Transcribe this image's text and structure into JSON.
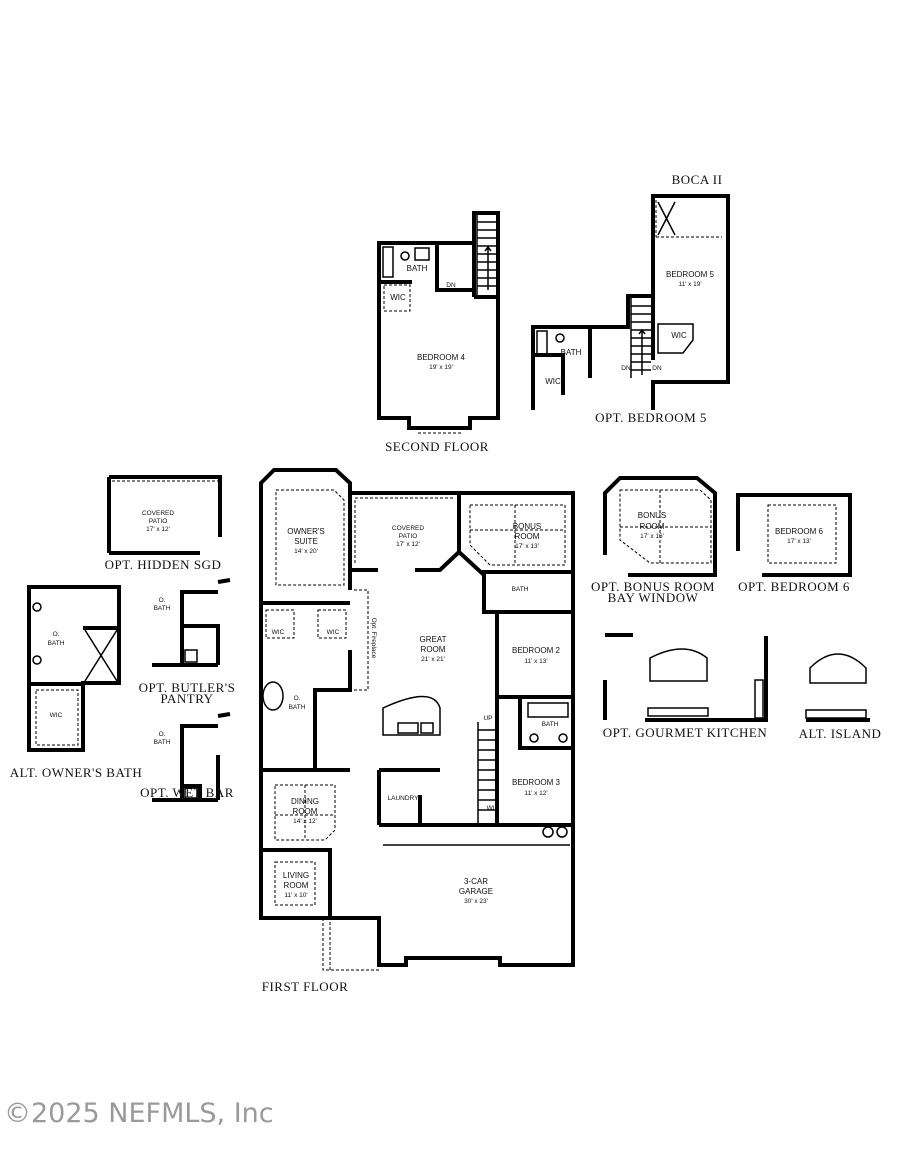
{
  "plan_name": "BOCA II",
  "watermark": "©2025 NEFMLS, Inc",
  "second_floor": {
    "caption": "SECOND FLOOR",
    "bath": "BATH",
    "wic": "WIC",
    "dn": "DN",
    "bedroom4": {
      "name": "BEDROOM 4",
      "size": "19' x 19'"
    }
  },
  "opt_bedroom5": {
    "caption": "OPT. BEDROOM 5",
    "bedroom5": {
      "name": "BEDROOM 5",
      "size": "11' x 19'"
    },
    "wic": "WIC",
    "bath": "BATH",
    "wic2": "WIC",
    "dn1": "DN",
    "dn2": "DN"
  },
  "first_floor": {
    "caption": "FIRST FLOOR",
    "owners_suite": {
      "name1": "OWNER'S",
      "name2": "SUITE",
      "size": "14' x 20'"
    },
    "covered_patio": {
      "name1": "COVERED",
      "name2": "PATIO",
      "size": "17' x 12'"
    },
    "bonus_room": {
      "name1": "BONUS",
      "name2": "ROOM",
      "size": "17' x 13'"
    },
    "bath_upper": "BATH",
    "wic_left": "WIC",
    "wic_right": "WIC",
    "opt_fireplace": "Opt. Fireplace",
    "great_room": {
      "name1": "GREAT",
      "name2": "ROOM",
      "size": "21' x 21'"
    },
    "bedroom2": {
      "name": "BEDROOM 2",
      "size": "11' x 13'"
    },
    "o_bath": {
      "name1": "O.",
      "name2": "BATH"
    },
    "bath2": "BATH",
    "up": "UP",
    "bedroom3": {
      "name": "BEDROOM 3",
      "size": "11' x 12'"
    },
    "laundry": "LAUNDRY",
    "wic3": "WIC",
    "dining": {
      "name1": "DINING",
      "name2": "ROOM",
      "size": "14' x 12'"
    },
    "living": {
      "name1": "LIVING",
      "name2": "ROOM",
      "size": "11' x 10'"
    },
    "garage": {
      "name1": "3-CAR",
      "name2": "GARAGE",
      "size": "30' x 23'"
    }
  },
  "options": {
    "hidden_sgd": {
      "caption": "OPT. HIDDEN SGD",
      "name1": "COVERED",
      "name2": "PATIO",
      "size": "17' x 12'"
    },
    "alt_owners_bath": {
      "caption": "ALT. OWNER'S BATH",
      "o": "O.",
      "bath": "BATH",
      "wic": "WIC"
    },
    "butlers_pantry": {
      "caption1": "OPT. BUTLER'S",
      "caption2": "PANTRY",
      "o": "O.",
      "bath": "BATH"
    },
    "wet_bar": {
      "caption": "OPT. WET BAR",
      "o": "O.",
      "bath": "BATH"
    },
    "bonus_bay": {
      "caption1": "OPT. BONUS ROOM",
      "caption2": "BAY WINDOW",
      "name1": "BONUS",
      "name2": "ROOM",
      "size": "17' x 16'"
    },
    "bedroom6": {
      "caption": "OPT. BEDROOM 6",
      "name": "BEDROOM 6",
      "size": "17' x 13'"
    },
    "gourmet_kitchen": {
      "caption": "OPT. GOURMET KITCHEN"
    },
    "alt_island": {
      "caption": "ALT. ISLAND"
    }
  }
}
